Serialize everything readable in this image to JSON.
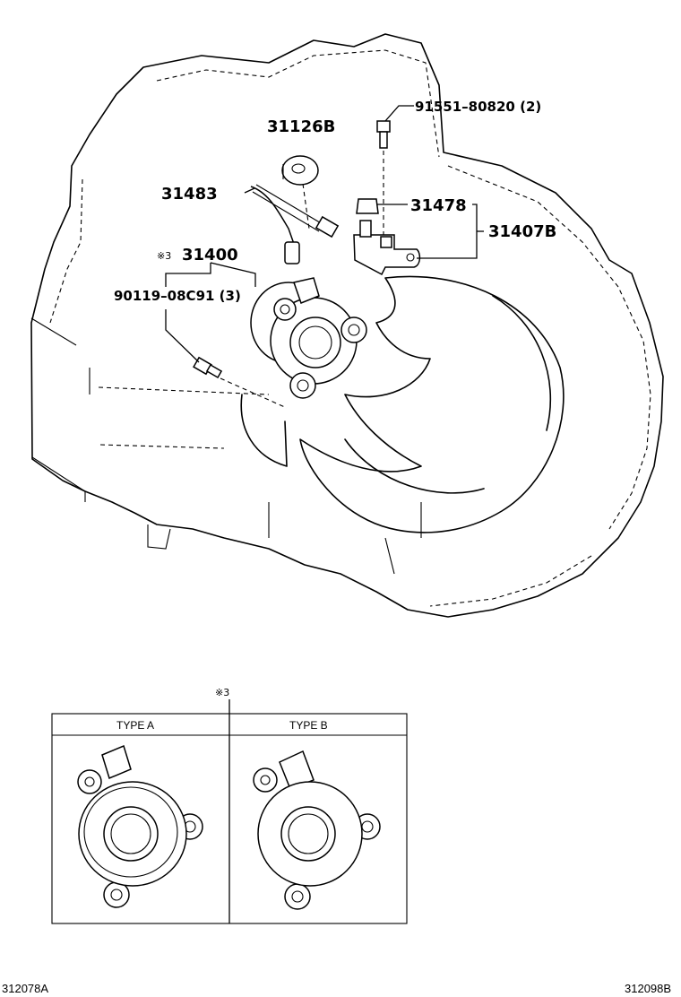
{
  "callouts": {
    "p31126b": "31126B",
    "p31483": "31483",
    "p31400": "31400",
    "p31400_mark": "※3",
    "p90119": "90119–08C91 (3)",
    "p91551": "91551–80820 (2)",
    "p31478": "31478",
    "p31407b": "31407B"
  },
  "detail": {
    "mark": "※3",
    "type_a": "TYPE A",
    "type_b": "TYPE B"
  },
  "footer": {
    "left_code": "312078A",
    "right_code": "312098B"
  }
}
